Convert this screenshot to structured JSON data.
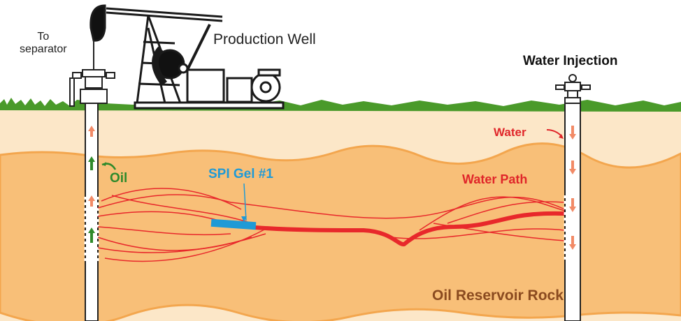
{
  "labels": {
    "to_separator_line1": "To",
    "to_separator_line2": "separator",
    "production_well": "Production Well",
    "water_injection": "Water Injection",
    "water": "Water",
    "water_path": "Water Path",
    "oil": "Oil",
    "spi_gel": "SPI Gel #1",
    "reservoir": "Oil Reservoir Rock"
  },
  "colors": {
    "reservoir_fill": "#f8bf78",
    "reservoir_edge": "#f3a64e",
    "overburden": "#fce7c8",
    "grass": "#4a9a2a",
    "water_path": "#e8282b",
    "gel": "#1f9ad6",
    "oil_arrow": "#2f8a2b",
    "pipe": "#ffffff"
  }
}
